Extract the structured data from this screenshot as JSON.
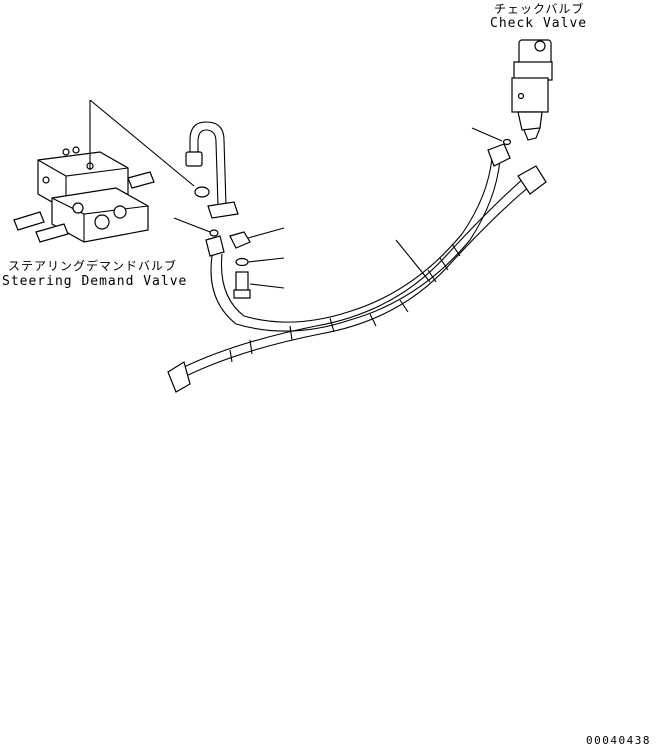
{
  "labels": {
    "check_valve_ja": "チェックバルブ",
    "check_valve_en": "Check Valve",
    "steering_valve_ja": "ステアリングデマンドバルブ",
    "steering_valve_en": "Steering Demand Valve",
    "doc_number": "00040438"
  }
}
